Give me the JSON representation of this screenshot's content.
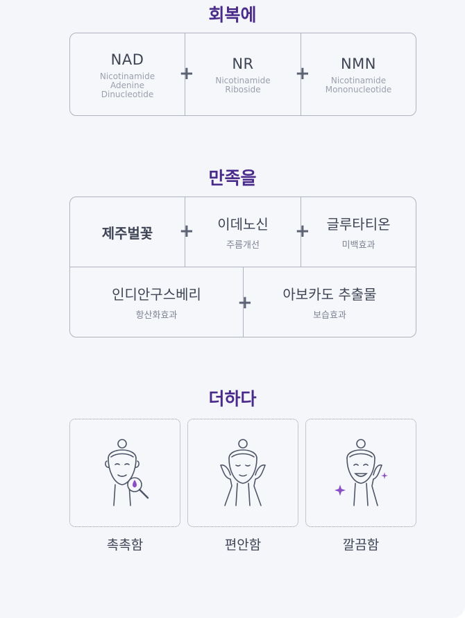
{
  "sections": {
    "recovery": {
      "title": "회복에",
      "items": [
        {
          "name": "NAD",
          "full": [
            "Nicotinamide",
            "Adenine",
            "Dinucleotide"
          ]
        },
        {
          "name": "NR",
          "full": [
            "Nicotinamide",
            "Riboside"
          ]
        },
        {
          "name": "NMN",
          "full": [
            "Nicotinamide",
            "Mononucleotide"
          ]
        }
      ]
    },
    "satisfaction": {
      "title": "만족을",
      "items": [
        {
          "name": "제주벌꽃",
          "sub": ""
        },
        {
          "name": "이데노신",
          "sub": "주름개선"
        },
        {
          "name": "글루타티온",
          "sub": "미백효과"
        },
        {
          "name": "인디안구스베리",
          "sub": "항산화효과"
        },
        {
          "name": "아보카도 추출물",
          "sub": "보습효과"
        }
      ]
    },
    "plus": {
      "title": "더하다",
      "cards": [
        {
          "label": "촉촉함",
          "icon": "face-magnifier-drop-icon"
        },
        {
          "label": "편안함",
          "icon": "face-hands-icon"
        },
        {
          "label": "깔끔함",
          "icon": "face-sparkle-icon"
        }
      ]
    }
  },
  "colors": {
    "title": "#4a2a8a",
    "accent": "#8a4fc7",
    "line": "#aeb3bf",
    "background": "#f4f6fa"
  }
}
